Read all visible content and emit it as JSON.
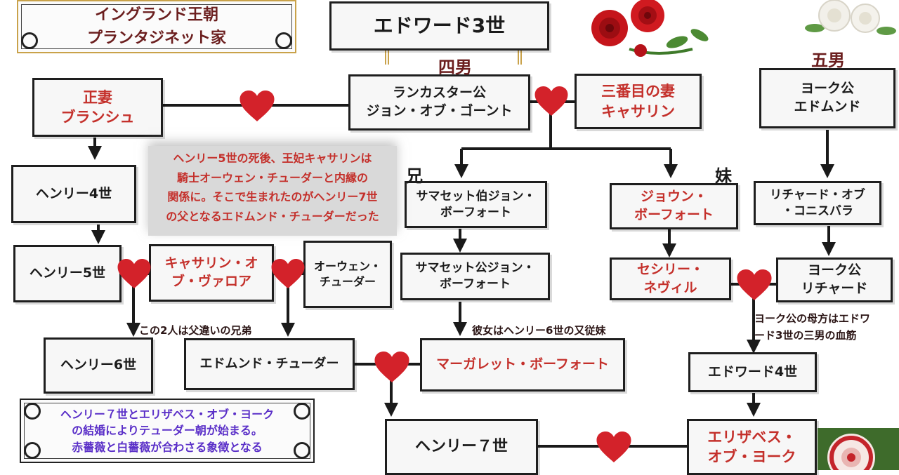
{
  "title_card": {
    "line1": "イングランド王朝",
    "line2": "プランタジネット家"
  },
  "root": "エドワード3世",
  "relation_labels": {
    "fourth_son": "四男",
    "fifth_son": "五男",
    "elder_brother": "兄",
    "younger_sister": "妹"
  },
  "people": {
    "blanche": "正妻\nブランシュ",
    "john_of_gaunt": "ランカスター公\nジョン・オブ・ゴーント",
    "katherine": "三番目の妻\nキャサリン",
    "edmund_york": "ヨーク公\nエドムンド",
    "henry4": "ヘンリー4世",
    "somerset_earl": "サマセット伯ジョン・\nボーフォート",
    "joan": "ジョウン・\nボーフォート",
    "richard_conisbrough": "リチャード・オブ\n・コニスバラ",
    "henry5": "ヘンリー5世",
    "catherine_valois": "キャサリン・オ\nブ・ヴァロア",
    "owen": "オーウェン・\nチューダー",
    "somerset_duke": "サマセット公ジョン・\nボーフォート",
    "cecily": "セシリー・\nネヴィル",
    "richard_york": "ヨーク公\nリチャード",
    "henry6": "ヘンリー6世",
    "edmund_tudor": "エドムンド・チューダー",
    "margaret": "マーガレット・ボーフォート",
    "edward4": "エドワード4世",
    "henry7": "ヘンリー７世",
    "elizabeth": "エリザベス・\nオブ・ヨーク"
  },
  "annotations": {
    "katherine_note": "ヘンリー5世の死後、王妃キャサリンは\n騎士オーウェン・チューダーと内縁の\n関係に。そこで生まれたのがヘンリー7世\nの父となるエドムンド・チューダーだった",
    "half_brothers": "この2人は父違いの兄弟",
    "margaret_note": "彼女はヘンリー6世の又従妹",
    "york_note_line1": "ヨーク公の母方はエドワ",
    "york_note_line2": "ード3世の三男の血筋",
    "tudor_note_line1": "ヘンリー７世とエリザベス・オブ・ヨーク",
    "tudor_note_line2": "の結婚によりテューダー朝が始まる。",
    "tudor_note_line3": "赤薔薇と白薔薇が合わさる象徴となる"
  },
  "icons": [
    "heart-icon",
    "red-rose-icon",
    "white-rose-icon",
    "pink-rose-icon"
  ],
  "colors": {
    "heart": "#d3222a",
    "accent_red": "#c4302b",
    "note_purple": "#5a2fc8",
    "gold": "#c9a24a"
  }
}
